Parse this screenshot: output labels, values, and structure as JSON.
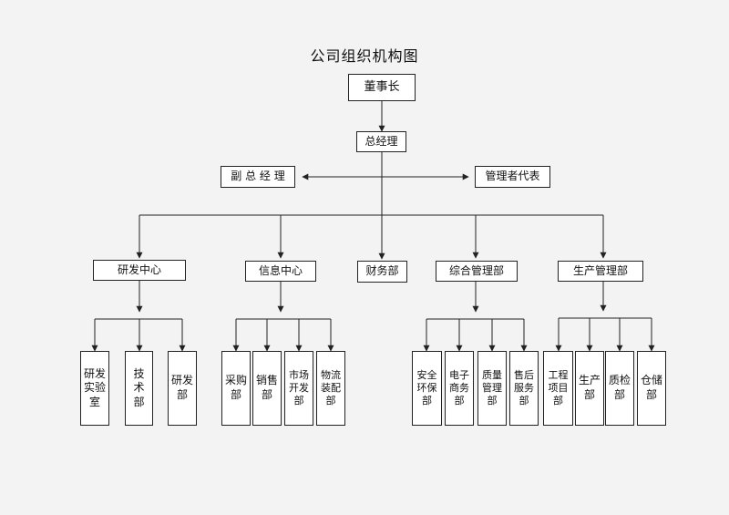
{
  "title": "公司组织机构图",
  "colors": {
    "line": "#222222",
    "box_bg": "#ffffff",
    "page_bg": "#f3f3f3"
  },
  "nodes": {
    "chairman": "董事长",
    "gm": "总经理",
    "deputy_gm": "副 总 经 理",
    "mgmt_rep": "管理者代表",
    "rd_center": "研发中心",
    "info_center": "信息中心",
    "finance": "财务部",
    "general_mgmt": "综合管理部",
    "production_mgmt": "生产管理部",
    "rd_lab": "研发实验室",
    "tech": "技术部",
    "rd_dept": "研发部",
    "purchase": "采购部",
    "sales": "销售部",
    "market_dev": "市场开发部",
    "logistics": "物流装配部",
    "safety_env": "安全环保部",
    "ecommerce": "电子商务部",
    "quality_mgmt": "质量管理部",
    "after_sales": "售后服务部",
    "engineering": "工程项目部",
    "production": "生产部",
    "qc": "质检部",
    "warehouse": "仓储部"
  }
}
